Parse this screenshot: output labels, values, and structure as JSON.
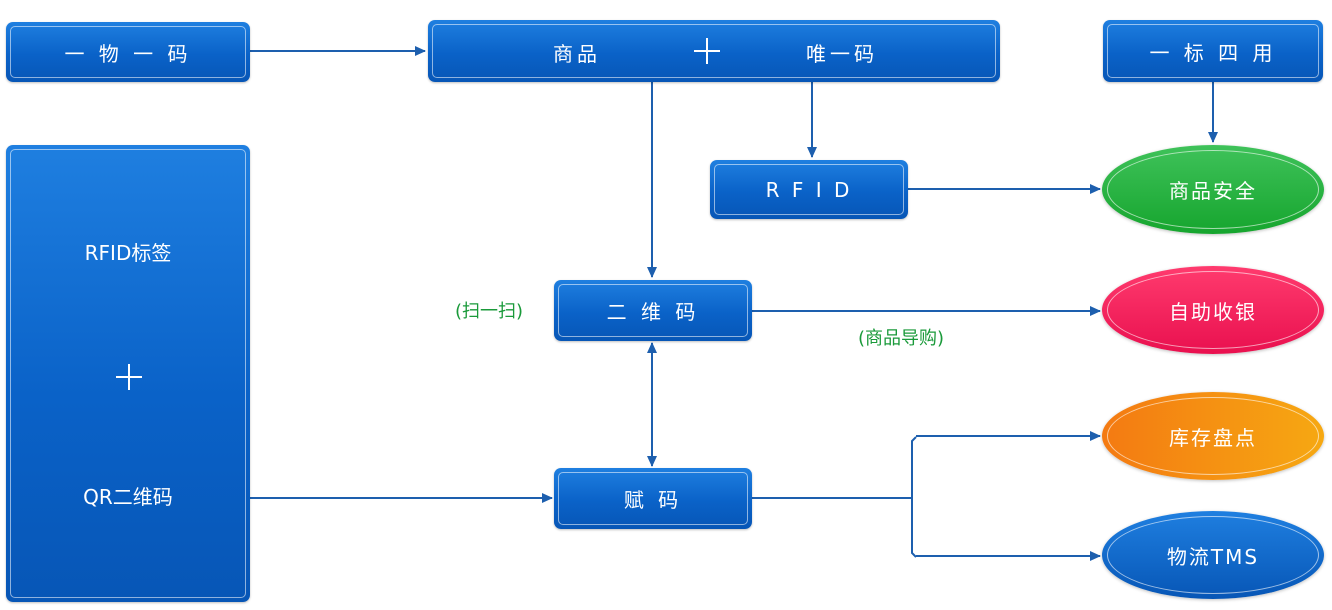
{
  "nodes": {
    "one_item_one_code": "一 物 一 码",
    "product": "商品",
    "unique_code": "唯一码",
    "one_label_four_uses": "一 标 四 用",
    "rfid_tag": "RFID标签",
    "qr_code": "QR二维码",
    "rfid": "R F I D",
    "qr_box": "二 维 码",
    "assign_code": "赋 码",
    "product_safety": "商品安全",
    "self_checkout": "自助收银",
    "inventory": "库存盘点",
    "logistics": "物流TMS"
  },
  "notes": {
    "scan": "(扫一扫)",
    "shopping_guide": "(商品导购)"
  },
  "colors": {
    "box_blue": "#0a62c8",
    "arrow_blue": "#1d5fae",
    "green": "#22b43a",
    "pink": "#f2125a",
    "orange": "#f59410",
    "note_green": "#1a9a3a"
  }
}
